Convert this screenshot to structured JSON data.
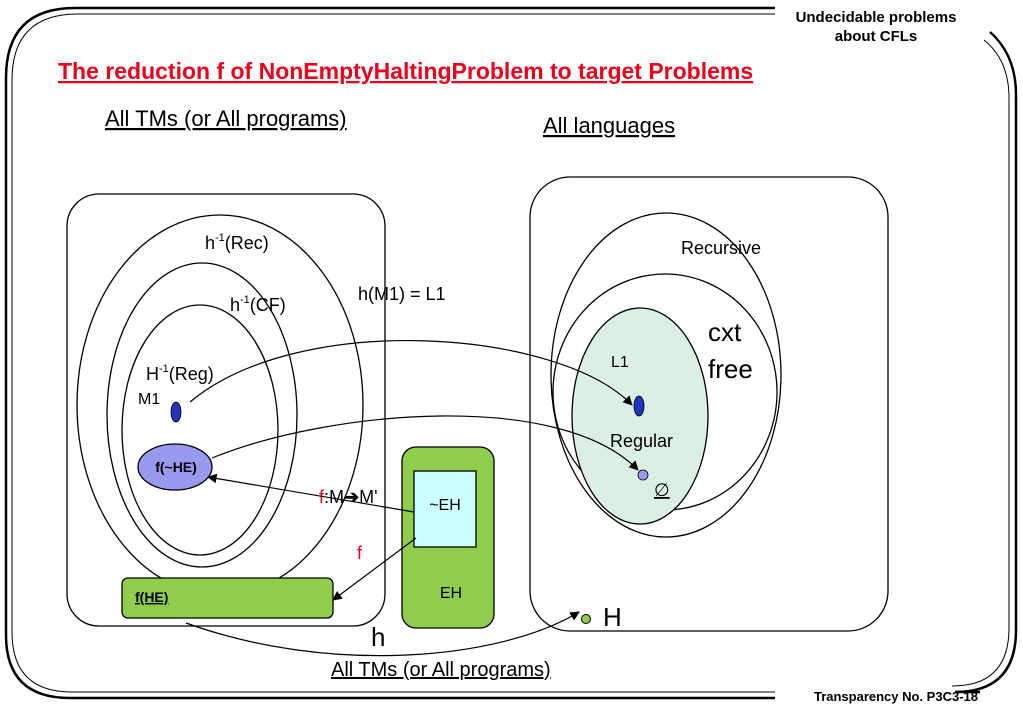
{
  "header": {
    "topic_line1": "Undecidable problems",
    "topic_line2": "about CFLs",
    "title": "The reduction f of NonEmptyHaltingProblem to target Problems"
  },
  "left_panel": {
    "heading": "All TMs (or All programs)",
    "ellipse_rec_label_pre": "h",
    "ellipse_rec_label_sup": "-1",
    "ellipse_rec_label_post": "(Rec)",
    "ellipse_cf_label_pre": "h",
    "ellipse_cf_label_sup": "-1",
    "ellipse_cf_label_post": "(CF)",
    "ellipse_reg_label_pre": "H",
    "ellipse_reg_label_sup": "-1",
    "ellipse_reg_label_post": "(Reg)",
    "m1_label": "M1",
    "f_not_he": "f(~HE)",
    "f_he": "f(HE)"
  },
  "right_panel": {
    "heading": "All languages",
    "recursive": "Recursive",
    "cxt_line1": "cxt",
    "cxt_line2": "free",
    "l1_label": "L1",
    "regular": "Regular",
    "empty_set": "∅",
    "h_point": "H"
  },
  "middle": {
    "mapping_h": "h(M1) = L1",
    "f_map_prefix": "f",
    "f_map_rest": ":M",
    "f_map_arrow": "➔",
    "f_map_end": "M'",
    "not_eh": "~EH",
    "eh": "EH",
    "f_label": "f",
    "h_label": "h",
    "bottom_heading": "All TMs (or All programs)"
  },
  "footer": {
    "transparency": "Transparency No. P3C3-18"
  },
  "colors": {
    "title_red": "#e8001c",
    "regular_fill": "#dcefe4",
    "blob_fill": "#9999ee",
    "dot_blue": "#2233bb",
    "green_box": "#8fcd4f",
    "cyan_box": "#ccffff"
  }
}
